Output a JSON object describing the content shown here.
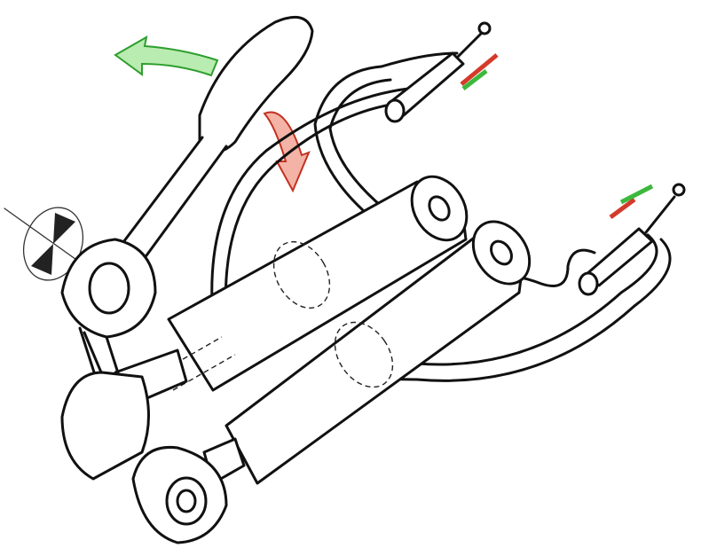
{
  "colors": {
    "ink": "#111111",
    "background": "#ffffff",
    "arrow_green": "#3cb83c",
    "arrow_red": "#d43a2a"
  },
  "icons": [
    "rotate-arrow-green",
    "rotate-arrow-red",
    "linear-arrow-red-green",
    "section-symbol"
  ]
}
